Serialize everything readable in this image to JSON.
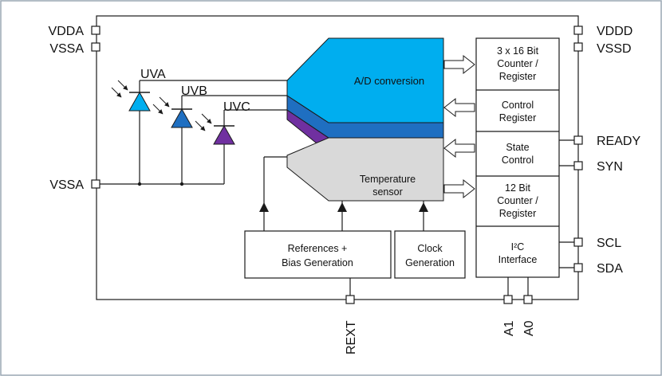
{
  "pins_left": [
    "VDDA",
    "VSSA",
    "VSSA"
  ],
  "pins_right": [
    "VDDD",
    "VSSD",
    "READY",
    "SYN",
    "SCL",
    "SDA"
  ],
  "pins_bottom": [
    "REXT",
    "A1",
    "A0"
  ],
  "photodiodes": [
    "UVA",
    "UVB",
    "UVC"
  ],
  "adc": {
    "line1": "A/D conversion"
  },
  "temperature": {
    "line1": "Temperature",
    "line2": "sensor"
  },
  "references": {
    "line1": "References +",
    "line2": "Bias Generation"
  },
  "clock": {
    "line1": "Clock",
    "line2": "Generation"
  },
  "registers": [
    {
      "line1": "3 x 16 Bit",
      "line2": "Counter /",
      "line3": "Register"
    },
    {
      "line1": "Control",
      "line2": "Register"
    },
    {
      "line1": "State",
      "line2": "Control"
    },
    {
      "line1": "12 Bit",
      "line2": "Counter /",
      "line3": "Register"
    },
    {
      "line1": "I²C",
      "line2": "Interface"
    }
  ],
  "colors": {
    "uva": "#00aeef",
    "uvb": "#1f6fc1",
    "uvc": "#7030a0",
    "adc": "#00aeef",
    "temperature": "#d9d9d9",
    "frame": "#9aa7b4"
  }
}
